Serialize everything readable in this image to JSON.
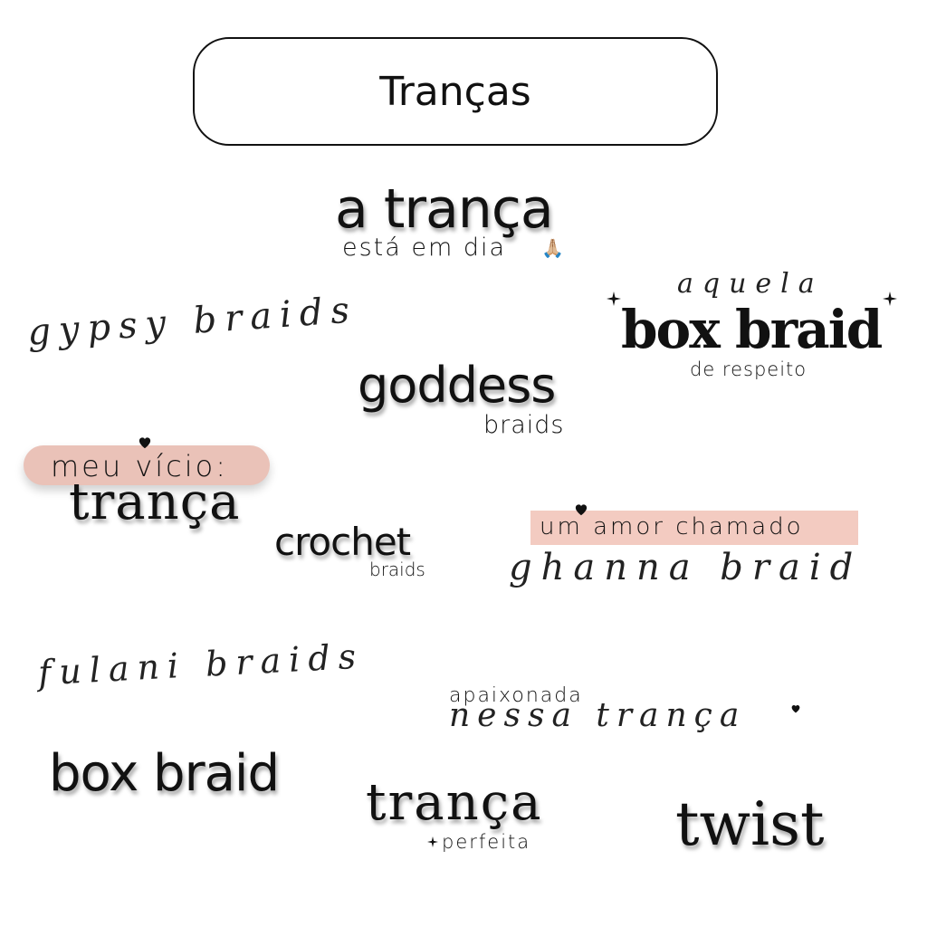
{
  "header": {
    "title": "Tranças"
  },
  "items": {
    "a_tranca": {
      "main": "a trança",
      "sub": "está em dia",
      "emoji": "🙏🏼"
    },
    "gypsy": {
      "text": "gypsy braids"
    },
    "aquela": {
      "top": "aquela",
      "main": "box braid",
      "sub": "de respeito"
    },
    "goddess": {
      "main": "goddess",
      "sub": "braids"
    },
    "meu_vicio": {
      "top": "meu vício:",
      "main": "trança"
    },
    "crochet": {
      "main": "crochet",
      "sub": "braids"
    },
    "ghanna": {
      "top": "um amor chamado",
      "main": "ghanna braid"
    },
    "fulani": {
      "text": "fulani braids"
    },
    "apaixonada": {
      "top": "apaixonada",
      "main": "nessa trança"
    },
    "box_braid": {
      "text": "box braid"
    },
    "perfeita": {
      "main": "trança",
      "sub": "perfeita"
    },
    "twist": {
      "text": "twist"
    }
  },
  "colors": {
    "ink": "#111111",
    "pink": "#eac2b8",
    "border": "#111111"
  },
  "icons": [
    "heart-icon",
    "sparkle-icon",
    "praying-hands-emoji"
  ]
}
